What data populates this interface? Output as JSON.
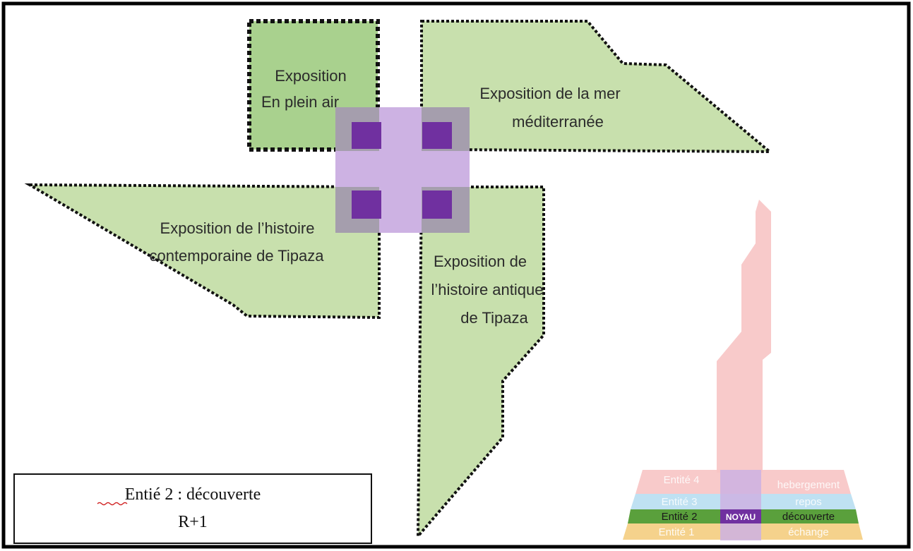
{
  "zones": {
    "plein_air": {
      "line1": "Exposition",
      "line2": "En plein air"
    },
    "mer": {
      "line1": "Exposition de la mer",
      "line2": "méditerranée"
    },
    "contemporaine": {
      "line1": "Exposition de l’histoire",
      "line2": "contemporaine de Tipaza"
    },
    "antique": {
      "line1": "Exposition de",
      "line2": "l’histoire antique",
      "line3": "de Tipaza"
    }
  },
  "legend": {
    "word": "Entié",
    "rest": " 2 : découverte",
    "level": "R+1"
  },
  "stack": {
    "entite4": "Entité 4",
    "hebergement": "hebergement",
    "entite3": "Entité 3",
    "repos": "repos",
    "entite2": "Entité 2",
    "decouverte": "découverte",
    "entite1": "Entité 1",
    "echange": "échange",
    "noyau": "NOYAU"
  },
  "colors": {
    "zone_fill": "#c8e0ad",
    "zone_fill_dark": "#a9d18e",
    "core_fill": "#cdb2e3",
    "core_block": "#7030a0",
    "core_gray": "#9d9aa3",
    "tower": "#f7c4c4",
    "layer_repos": "#b4dcf0",
    "layer_decouverte": "#5aa03c",
    "layer_echange": "#f5d28c"
  }
}
